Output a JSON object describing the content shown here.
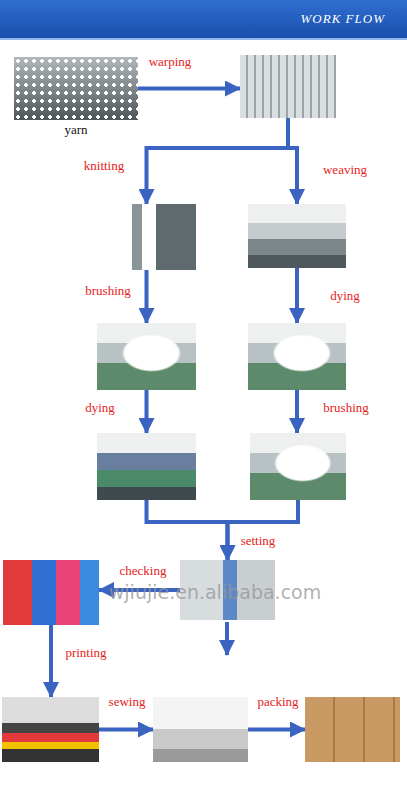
{
  "diagram": {
    "title": "WORK FLOW",
    "nodes": [
      {
        "text": [
          "yarn"
        ]
      },
      {
        "text": []
      },
      {
        "text": []
      },
      {
        "text": []
      },
      {
        "text": []
      },
      {
        "text": []
      },
      {
        "text": []
      },
      {
        "text": []
      },
      {
        "text": []
      },
      {
        "text": []
      },
      {
        "text": []
      },
      {
        "text": []
      },
      {
        "text": []
      }
    ],
    "edges": [
      {
        "from": 0,
        "to": 1,
        "label": "warping",
        "arrow": "to"
      },
      {
        "from": 1,
        "to": 2,
        "label": "knitting",
        "arrow": "to"
      },
      {
        "from": 1,
        "to": 3,
        "label": "weaving",
        "arrow": "to"
      },
      {
        "from": 2,
        "to": 4,
        "label": "brushing",
        "arrow": "to"
      },
      {
        "from": 3,
        "to": 5,
        "label": "dying",
        "arrow": "to"
      },
      {
        "from": 4,
        "to": 6,
        "label": "dying",
        "arrow": "to"
      },
      {
        "from": 5,
        "to": 7,
        "label": "brushing",
        "arrow": "to"
      },
      {
        "from": 6,
        "to": 8,
        "label": "setting",
        "arrow": "to"
      },
      {
        "from": 7,
        "to": 8,
        "arrow": "to"
      },
      {
        "from": 8,
        "to": 9,
        "label": "checking",
        "arrow": "to"
      },
      {
        "from": 9,
        "to": 10,
        "label": "printing",
        "arrow": "to"
      },
      {
        "from": 10,
        "to": 11,
        "label": "sewing",
        "arrow": "to"
      },
      {
        "from": 11,
        "to": 12,
        "label": "packing",
        "arrow": "to"
      }
    ],
    "labels": [
      "wjiujie.en.alibaba.com"
    ]
  }
}
